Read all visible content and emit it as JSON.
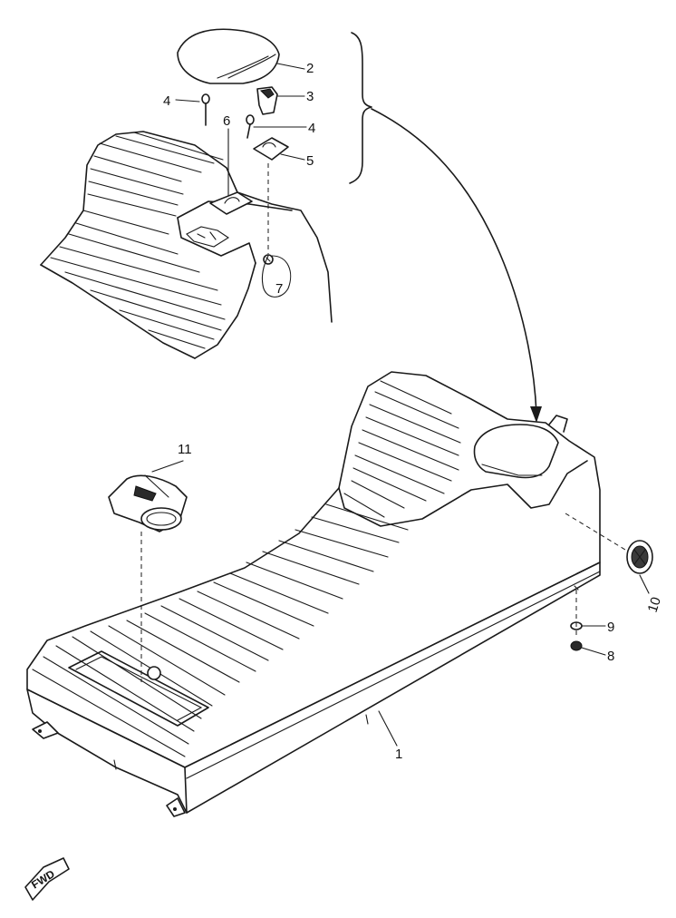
{
  "callouts": [
    {
      "id": "c1",
      "text": "1"
    },
    {
      "id": "c2",
      "text": "2"
    },
    {
      "id": "c3",
      "text": "3"
    },
    {
      "id": "c4a",
      "text": "4"
    },
    {
      "id": "c4b",
      "text": "4"
    },
    {
      "id": "c5",
      "text": "5"
    },
    {
      "id": "c6",
      "text": "6"
    },
    {
      "id": "c7",
      "text": "7"
    },
    {
      "id": "c8",
      "text": "8"
    },
    {
      "id": "c9",
      "text": "9"
    },
    {
      "id": "c10",
      "text": "10"
    },
    {
      "id": "c11",
      "text": "11"
    }
  ],
  "fwd_label": "FWD"
}
